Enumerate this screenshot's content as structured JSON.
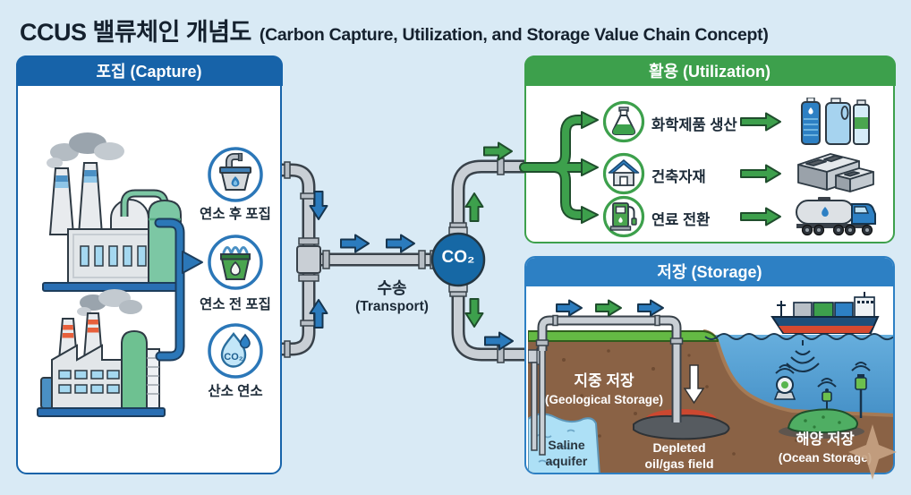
{
  "title": {
    "main": "CCUS 밸류체인 개념도",
    "sub": "(Carbon Capture, Utilization, and Storage Value Chain Concept)"
  },
  "transport": {
    "ko": "수송",
    "en": "(Transport)",
    "co2": "CO₂"
  },
  "panels": {
    "capture": {
      "header": "포집 (Capture)",
      "methods": [
        {
          "label": "연소 후 포집",
          "icon": "post-combustion-boiler-icon"
        },
        {
          "label": "연소 전 포집",
          "icon": "pre-combustion-gasifier-icon"
        },
        {
          "label": "산소 연소",
          "icon": "oxyfuel-co2-droplet-icon",
          "droplet_text": "CO₂"
        }
      ],
      "illustrations": [
        "power-plant-factory",
        "industrial-factory"
      ]
    },
    "utilization": {
      "header": "활용 (Utilization)",
      "items": [
        {
          "label": "화학제품 생산",
          "icon": "chemical-flask-icon",
          "product_icon": "plastic-bottles"
        },
        {
          "label": "건축자재",
          "icon": "house-icon",
          "product_icon": "concrete-blocks"
        },
        {
          "label": "연료 전환",
          "icon": "fuel-pump-icon",
          "product_icon": "tanker-truck"
        }
      ]
    },
    "storage": {
      "header": "저장 (Storage)",
      "labels": {
        "geological_ko": "지중 저장",
        "geological_en": "(Geological Storage)",
        "saline_line1": "Saline",
        "saline_line2": "aquifer",
        "depleted_line1": "Depleted",
        "depleted_line2": "oil/gas field",
        "ocean_ko": "해양 저장",
        "ocean_en": "(Ocean Storage)"
      },
      "illustrations": [
        "pipeline-wellheads",
        "cargo-ship",
        "seabed-sensors",
        "co2-plumes"
      ]
    }
  },
  "colors": {
    "background": "#d9eaf5",
    "capture_blue": "#1763a9",
    "utilization_green": "#3da04c",
    "storage_blue": "#2d80c4",
    "co2_circle": "#1668a5",
    "arrow_blue": "#2b7bbd",
    "arrow_green": "#3da04c",
    "pipe_gray": "#c9cfd5"
  }
}
